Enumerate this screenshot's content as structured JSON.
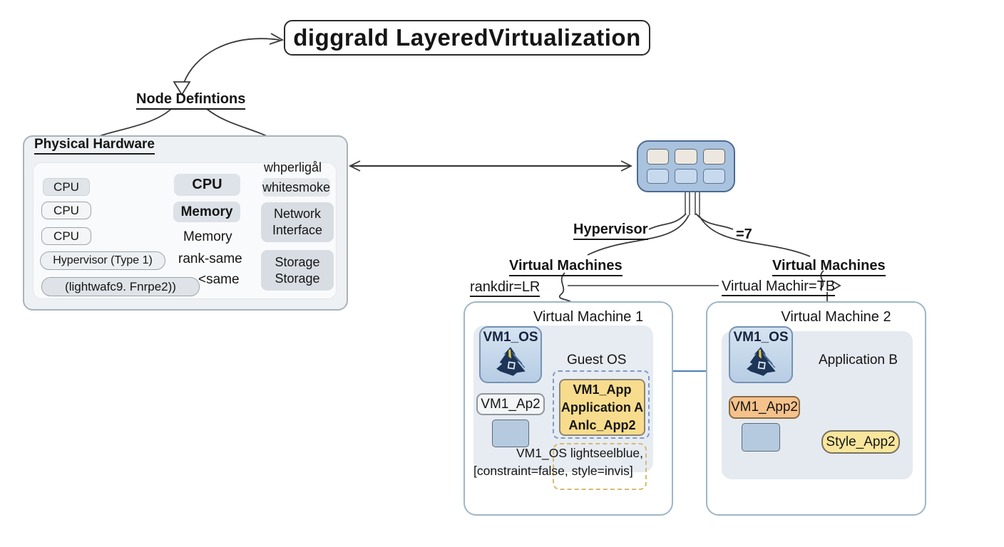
{
  "title": "diggrald LayeredVirtualization",
  "labels": {
    "node_definitions": "Node Defintions",
    "hypervisor": "Hypervisor",
    "equals7": "=7",
    "virtual_machines_left": "Virtual Machines",
    "virtual_machines_right": "Virtual Machines",
    "rankdir_lr": "rankdir=LR",
    "virtual_machir_tb": "Virtual Machir=TB"
  },
  "physical_hardware": {
    "title": "Physical Hardware",
    "cpu1": "CPU",
    "cpu2": "CPU",
    "cpu3": "CPU",
    "hypervisor_type1": "Hypervisor (Type 1)",
    "lightwatro": "(lightwafc9. Fnrpe2))",
    "cpu_center": "CPU",
    "memory_box": "Memory",
    "memory_label": "Memory",
    "rank_same": "rank-same",
    "same": "<same",
    "whperligal": "whperligål",
    "whitesmoke": "whitesmoke",
    "network_line1": "Network",
    "network_line2": "Interface",
    "storage_line1": "Storage",
    "storage_line2": "Storage"
  },
  "vm1": {
    "title": "Virtual Machine 1",
    "os_name": "VM1_OS",
    "guest_os": "Guest OS",
    "ap2": "VM1_Ap2",
    "app_line1": "VM1_App",
    "app_line2": "Application A",
    "app_line3": "Anlc_App2",
    "note_line1": "VM1_OS lightseelblue,",
    "note_line2": "[constraint=false, style=invis]"
  },
  "vm2": {
    "title": "Virtual Machine 2",
    "os_name": "VM1_OS",
    "application_b": "Application B",
    "app2": "VM1_App2",
    "style_app2": "Style_App2"
  },
  "colors": {
    "chip_fill": "#a9c2de",
    "chip_border": "#4e6a92",
    "accent_blue": "#4a7fb5",
    "yellow_box": "#f8dc8d",
    "peach_box": "#f5c28c",
    "style_box": "#f9e69c",
    "panel_gray": "#eef1f3",
    "vm_panel": "#e7ecf2"
  }
}
